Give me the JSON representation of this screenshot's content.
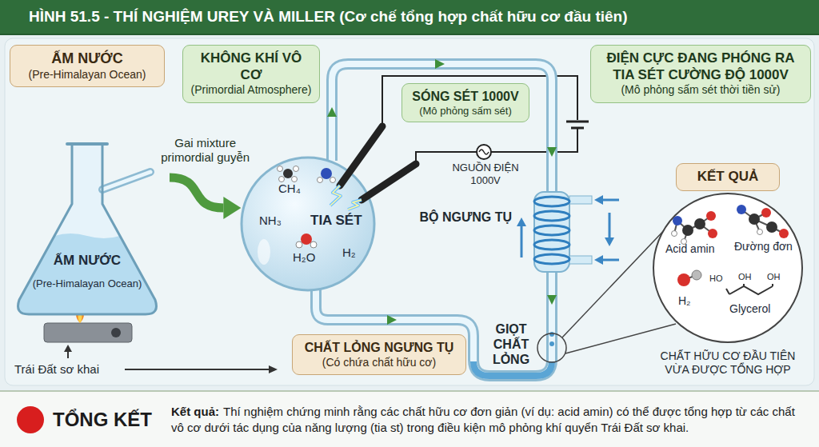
{
  "diagram": {
    "title": "HÌNH 51.5 - THÍ NGHIỆM UREY VÀ MILLER (Cơ chế tổng hợp chất hữu cơ đầu tiên)",
    "nodes": [
      {
        "text": [
          "ẤM NƯỚC",
          "(Pre-Himalayan Ocean)"
        ]
      },
      {
        "text": [
          "KHÔNG KHÍ VÔ CƠ",
          "(Primordial Atmosphere)"
        ]
      },
      {
        "text": [
          "SÓNG SÉT 1000V",
          "(Mô phỏng sấm sét)"
        ]
      },
      {
        "text": [
          "ĐIỆN CỰC ĐANG PHÓNG RA TIA SÉT CƯỜNG ĐỘ 1000V",
          "(Mô phỏng sấm sét thời tiền sử)"
        ]
      },
      {
        "text": [
          "ẤM NƯỚC",
          "(Pre-Himalayan Ocean)"
        ]
      },
      {
        "text": [
          "CH₄",
          "NH₃",
          "TIA SÉT",
          "H₂O",
          "H₂"
        ]
      },
      {
        "text": [
          "KẾT QUẢ"
        ]
      },
      {
        "text": [
          "Acid amin",
          "Đường đơn",
          "H₂",
          "Glycerol"
        ]
      },
      {
        "text": [
          "CHẤT LỎNG NGƯNG TỤ",
          "(Có chứa chất hữu cơ)"
        ]
      },
      {
        "text": [
          "TỔNG KẾT",
          "Kết quả:",
          "Thí nghiệm chứng minh rằng các chất hữu cơ đơn giản (ví dụ: acid amin) có thể được tổng hợp từ các chất vô cơ dưới tác dụng của năng lượng (tia st) trong điều kiện mô phỏng khí quyển Trái Đất sơ khai."
        ]
      }
    ],
    "edges": [
      {
        "from": 4,
        "to": 5,
        "label": "Gai mixture primordial guyễn",
        "arrow": "to"
      }
    ],
    "labels": [
      "NGUỒN ĐIỆN 1000V",
      "BỘ NGƯNG TỤ",
      "HO",
      "OH",
      "OH",
      "GIỌT CHẤT LỎNG",
      "CHẤT HỮU CƠ ĐẦU TIÊN VỪA ĐƯỢC TỔNG HỢP",
      "Trái Đất sơ khai"
    ]
  }
}
